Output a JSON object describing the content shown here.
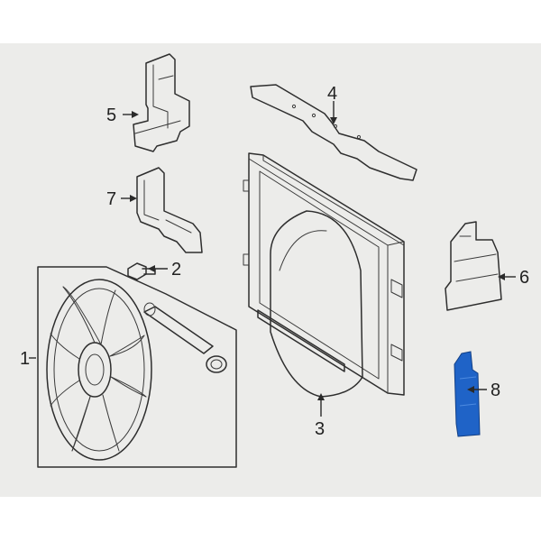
{
  "callouts": {
    "c1": "1",
    "c2": "2",
    "c3": "3",
    "c4": "4",
    "c5": "5",
    "c6": "6",
    "c7": "7",
    "c8": "8"
  },
  "colors": {
    "background": "#ececea",
    "line": "#2e2e2e",
    "highlight": "#1f63c7"
  }
}
